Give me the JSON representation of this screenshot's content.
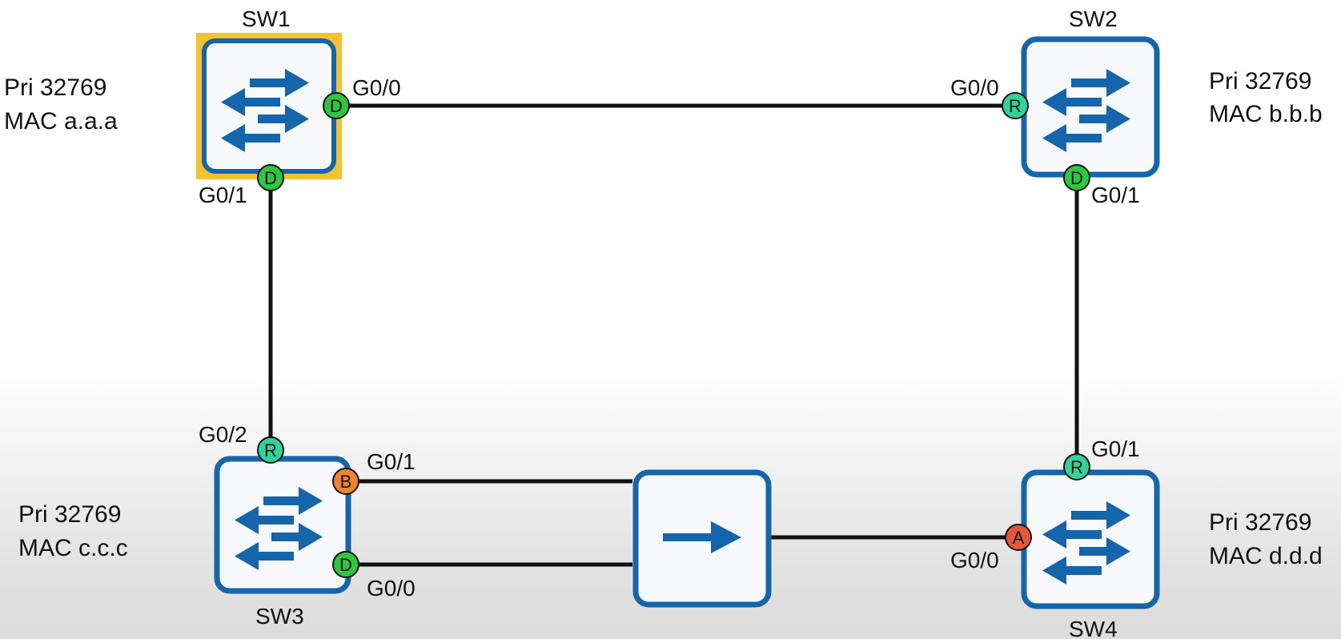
{
  "colors": {
    "device_border": "#1565ad",
    "device_fill": "#f7f9fc",
    "arrow": "#1565ad",
    "root_highlight": "#f6c12f",
    "link": "#111111",
    "designated": "#2ec840",
    "root": "#2fd49b",
    "blocking": "#f0842c",
    "alternate": "#e4573a"
  },
  "switches": [
    {
      "name": "SW1",
      "priority": "Pri 32769",
      "mac": "MAC a.a.a",
      "is_root": true
    },
    {
      "name": "SW2",
      "priority": "Pri 32769",
      "mac": "MAC b.b.b",
      "is_root": false
    },
    {
      "name": "SW3",
      "priority": "Pri 32769",
      "mac": "MAC c.c.c",
      "is_root": false
    },
    {
      "name": "SW4",
      "priority": "Pri 32769",
      "mac": "MAC d.d.d",
      "is_root": false
    }
  ],
  "hub": {
    "icon": "right-arrow-icon"
  },
  "icons": {
    "switch": "switch-arrows-icon",
    "hub": "right-arrow-icon"
  },
  "ports": [
    {
      "switch": "SW1",
      "interface": "G0/0",
      "role": "D"
    },
    {
      "switch": "SW1",
      "interface": "G0/1",
      "role": "D"
    },
    {
      "switch": "SW2",
      "interface": "G0/0",
      "role": "R"
    },
    {
      "switch": "SW2",
      "interface": "G0/1",
      "role": "D"
    },
    {
      "switch": "SW3",
      "interface": "G0/2",
      "role": "R"
    },
    {
      "switch": "SW3",
      "interface": "G0/1",
      "role": "B"
    },
    {
      "switch": "SW3",
      "interface": "G0/0",
      "role": "D"
    },
    {
      "switch": "SW4",
      "interface": "G0/1",
      "role": "R"
    },
    {
      "switch": "SW4",
      "interface": "G0/0",
      "role": "A"
    }
  ],
  "links": [
    {
      "from": "SW1 G0/0",
      "to": "SW2 G0/0"
    },
    {
      "from": "SW1 G0/1",
      "to": "SW3 G0/2"
    },
    {
      "from": "SW2 G0/1",
      "to": "SW4 G0/1"
    },
    {
      "from": "SW3 G0/1",
      "to": "Hub"
    },
    {
      "from": "SW3 G0/0",
      "to": "Hub"
    },
    {
      "from": "Hub",
      "to": "SW4 G0/0"
    }
  ]
}
